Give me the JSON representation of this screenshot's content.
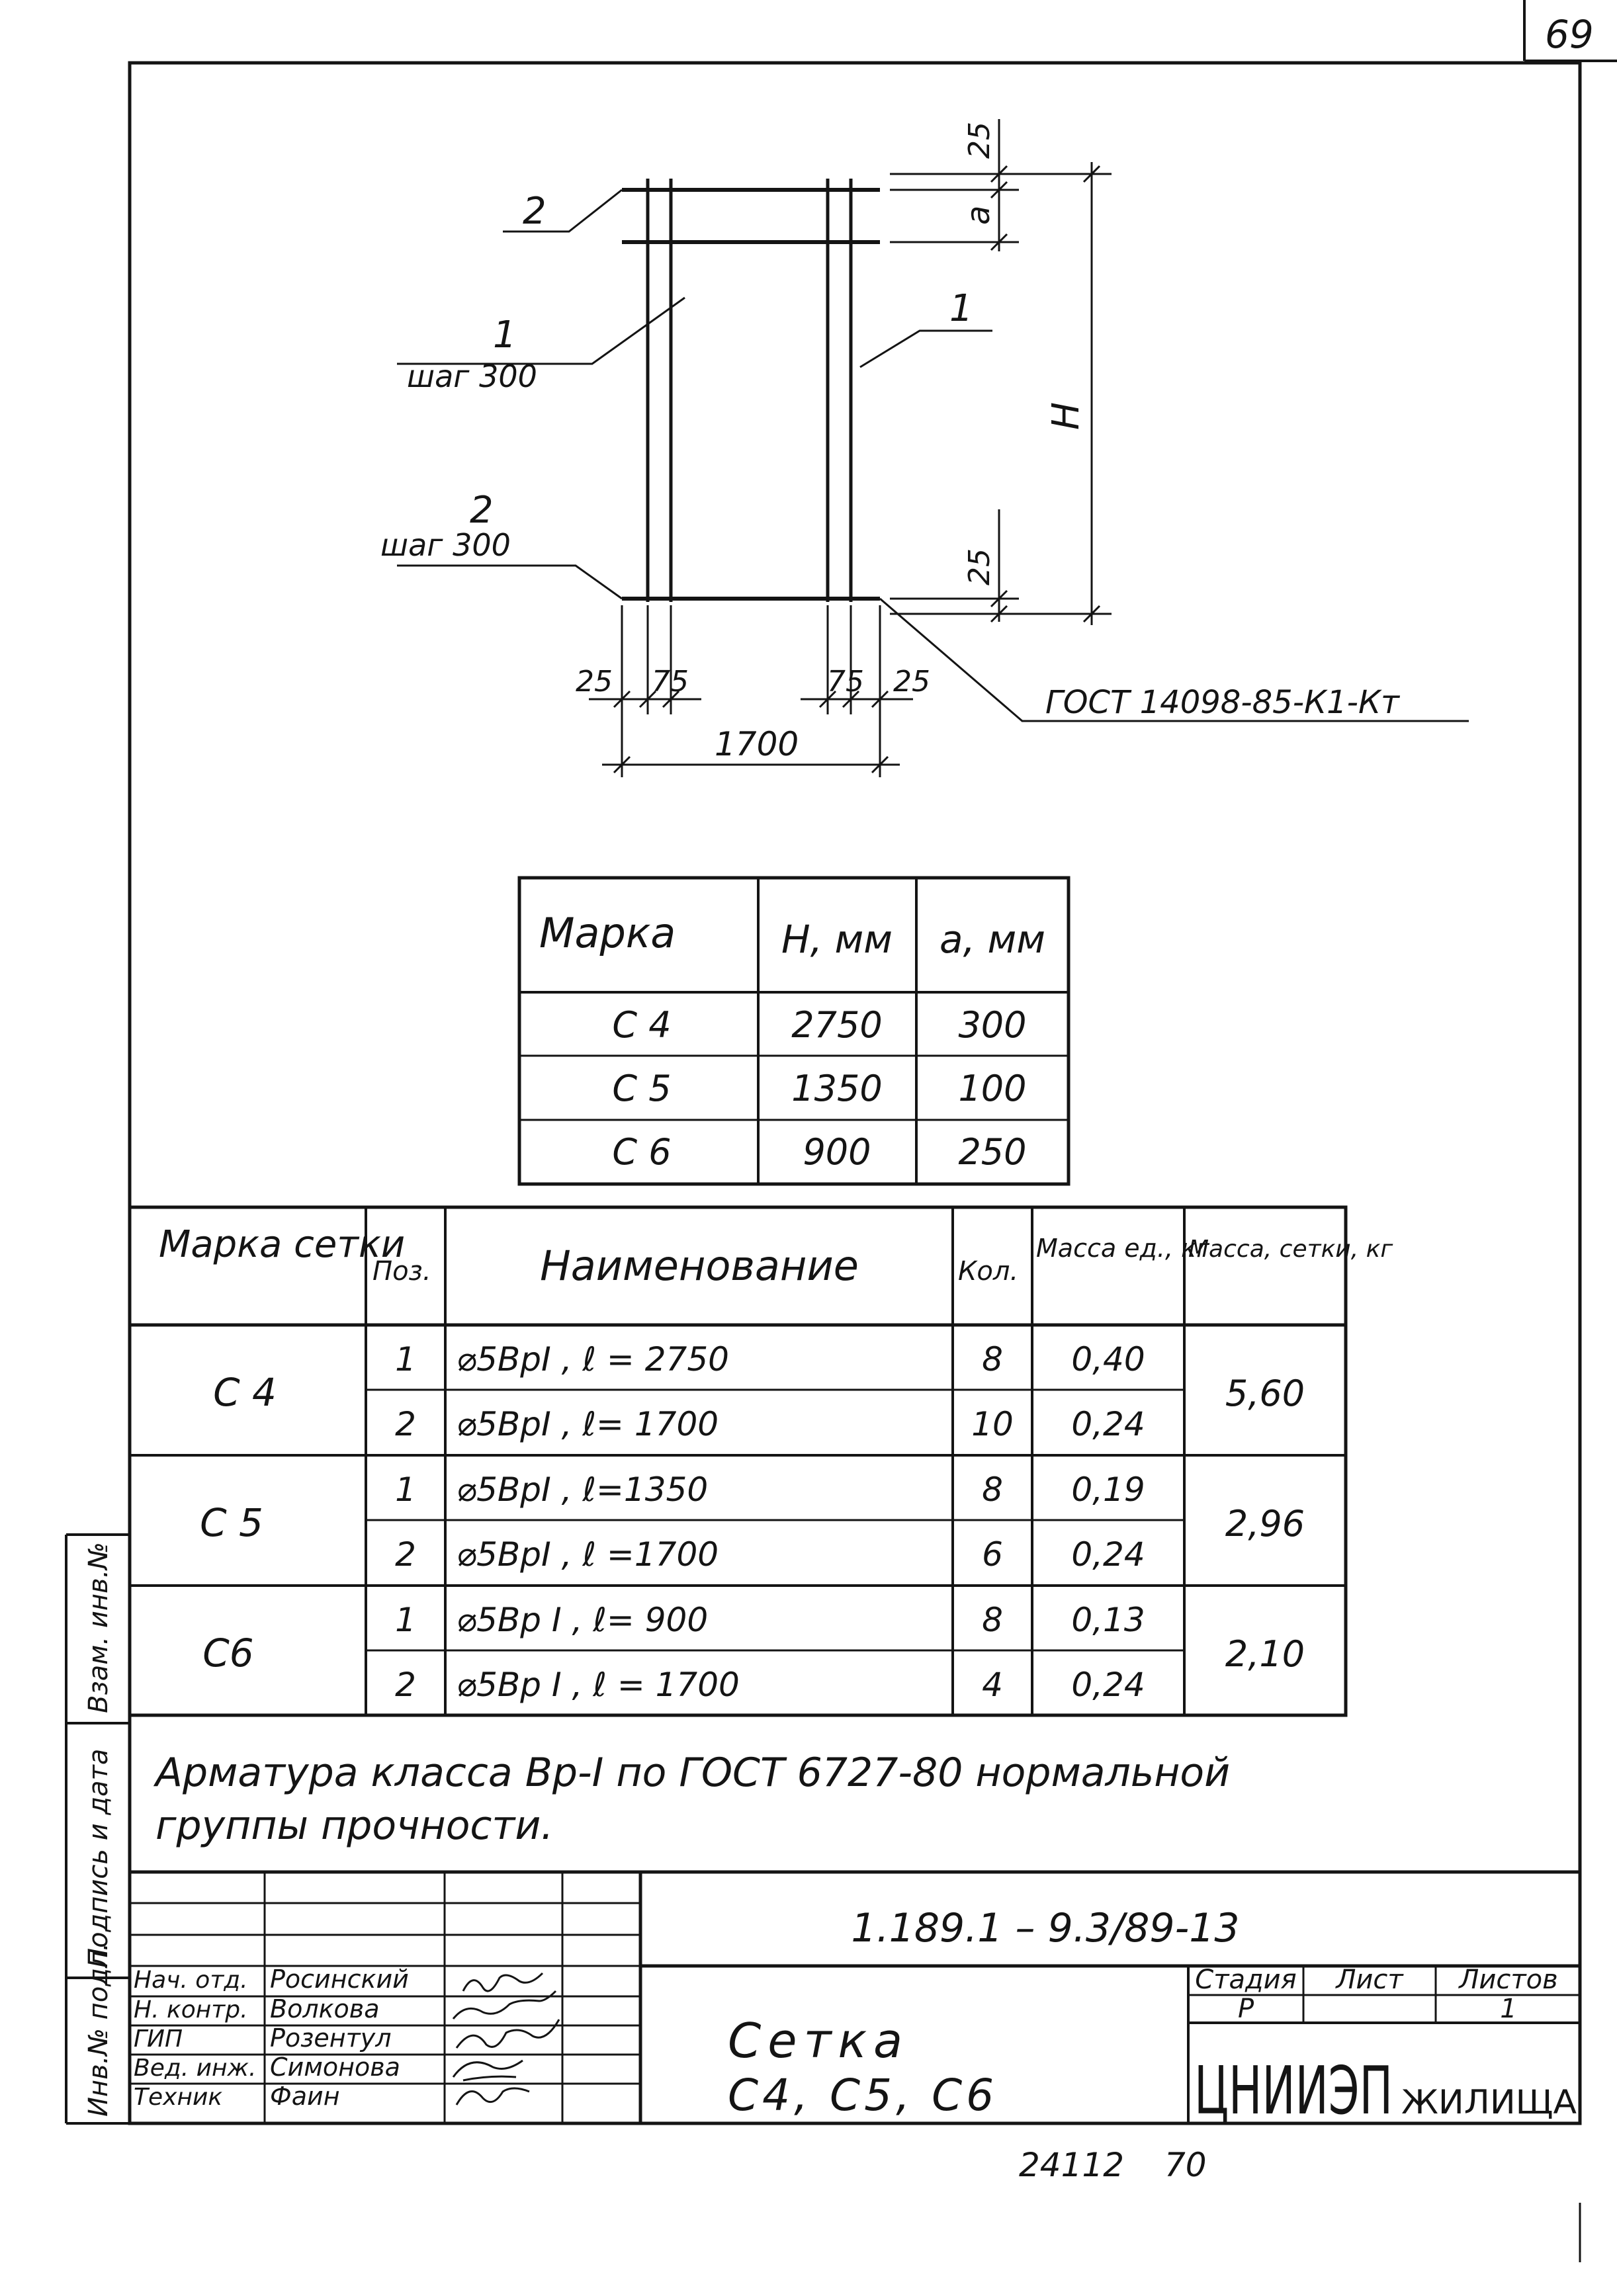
{
  "page_number": "69",
  "drawing": {
    "pos1_label": "1",
    "pos1_step": "шаг 300",
    "pos1_label_right": "1",
    "pos2_label_top": "2",
    "pos2_label": "2",
    "pos2_step": "шаг 300",
    "dim_25_top": "25",
    "dim_a": "a",
    "dim_H": "H",
    "dim_25_bottom": "25",
    "dim_bottom": [
      "25",
      "75",
      "75",
      "25"
    ],
    "dim_width": "1700",
    "weld_ref": "ГОСТ 14098-85-К1-Кт"
  },
  "small_table": {
    "headers": [
      "Марка",
      "H, мм",
      "a, мм"
    ],
    "rows": [
      [
        "С 4",
        "2750",
        "300"
      ],
      [
        "С 5",
        "1350",
        "100"
      ],
      [
        "С 6",
        "900",
        "250"
      ]
    ]
  },
  "spec_table": {
    "headers": [
      "Марка сетки",
      "Поз.",
      "Наименование",
      "Кол.",
      "Масса ед., кг",
      "Масса, сетки, кг"
    ],
    "groups": [
      {
        "mark": "С 4",
        "total": "5,60",
        "rows": [
          [
            "1",
            "⌀5ВрI , ℓ = 2750",
            "8",
            "0,40"
          ],
          [
            "2",
            "⌀5ВрI , ℓ= 1700",
            "10",
            "0,24"
          ]
        ]
      },
      {
        "mark": "С 5",
        "total": "2,96",
        "rows": [
          [
            "1",
            "⌀5ВрI , ℓ=1350",
            "8",
            "0,19"
          ],
          [
            "2",
            "⌀5ВрI , ℓ =1700",
            "6",
            "0,24"
          ]
        ]
      },
      {
        "mark": "С6",
        "total": "2,10",
        "rows": [
          [
            "1",
            "⌀5Вр I , ℓ= 900",
            "8",
            "0,13"
          ],
          [
            "2",
            "⌀5Вр I , ℓ = 1700",
            "4",
            "0,24"
          ]
        ]
      }
    ]
  },
  "note_line1": "Арматура класса Вр-I по ГОСТ 6727-80 нормальной",
  "note_line2": "группы прочности.",
  "side_labels": [
    "Взам. инв.№",
    "Подпись и дата",
    "Инв.№ подл."
  ],
  "title_block": {
    "doc_code": "1.189.1 – 9.3/89-13",
    "roles": [
      "Нач. отд.",
      "Н. контр.",
      "ГИП",
      "Вед. инж.",
      "Техник"
    ],
    "names": [
      "Росинский",
      "Волкова",
      "Розентул",
      "Симонова",
      "Фаин"
    ],
    "title_line1": "Сетка",
    "title_line2": "С4, С5, С6",
    "stage_header": "Стадия",
    "sheet_header": "Лист",
    "sheets_header": "Листов",
    "stage_value": "Р",
    "sheet_value": "",
    "sheets_value": "1",
    "org_main": "ЦНИИЭП",
    "org_sub": "ЖИЛИЩА"
  },
  "bottom_numbers": [
    "24112",
    "70"
  ]
}
